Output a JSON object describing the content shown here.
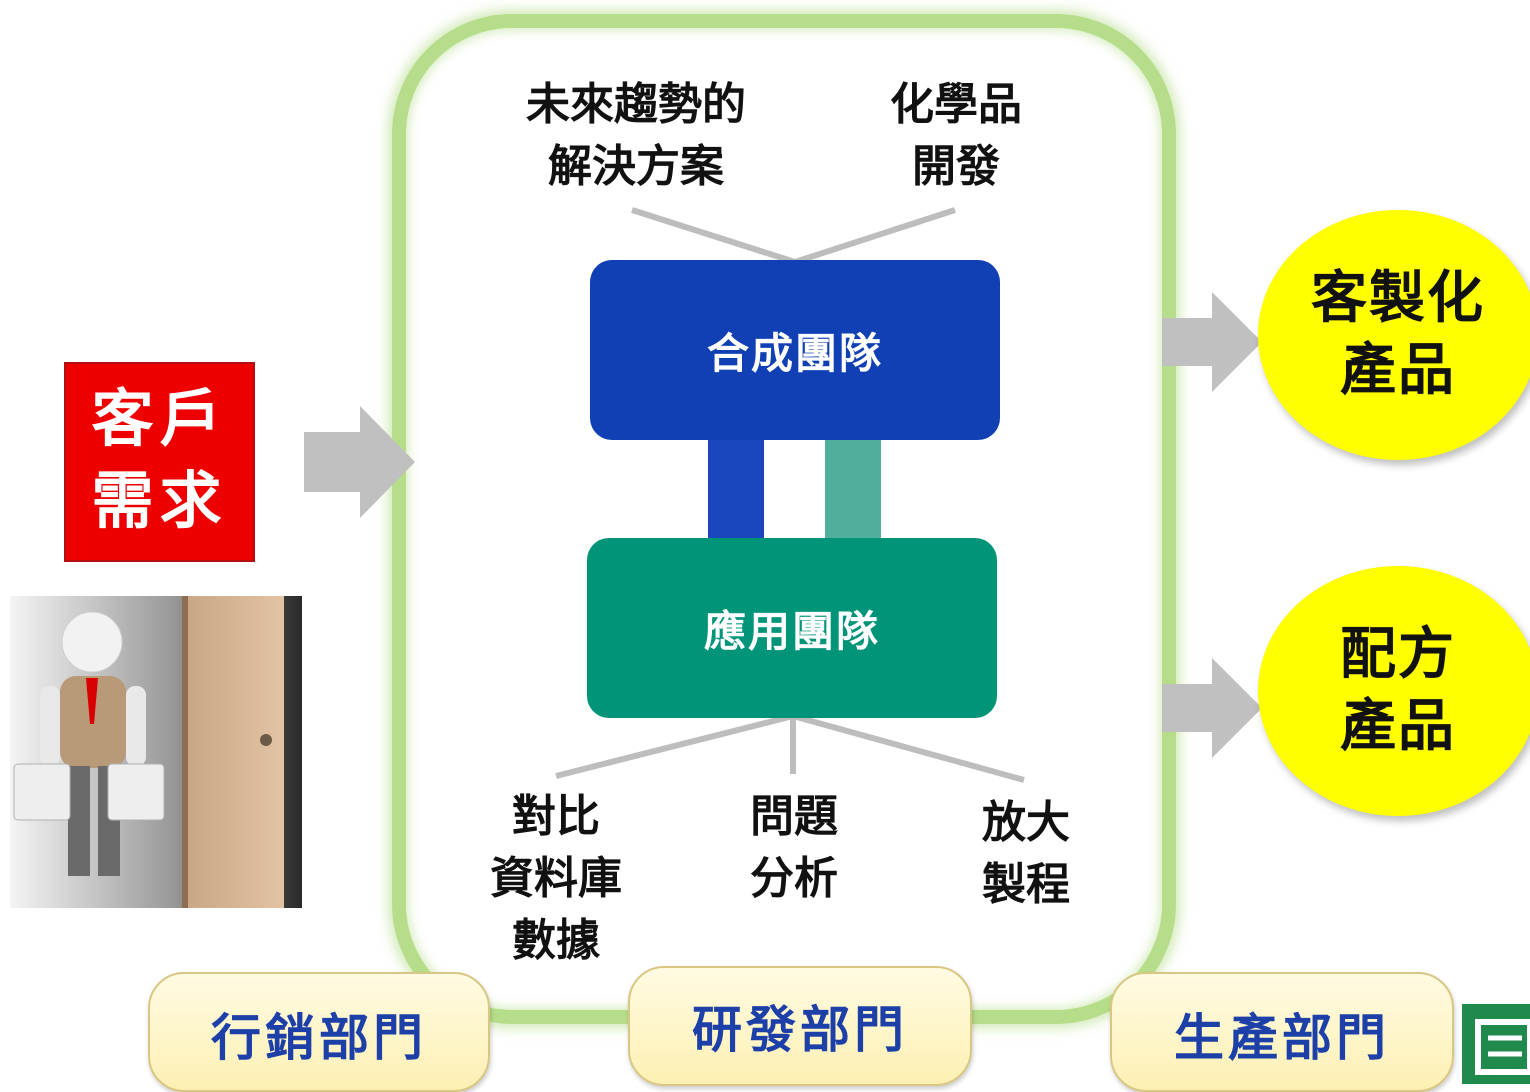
{
  "customer_request": "客戶\n需求",
  "rd_inputs": {
    "future_trends": "未來趨勢的\n解決方案",
    "chem_dev": "化學品\n開發"
  },
  "teams": {
    "synthesis": "合成團隊",
    "application": "應用團隊"
  },
  "rd_outputs": {
    "comparison_db": "對比\n資料庫\n數據",
    "problem_analysis": "問題\n分析",
    "scale_up": "放大\n製程"
  },
  "products": {
    "customized": "客製化\n產品",
    "formula": "配方\n產品"
  },
  "departments": {
    "marketing": "行銷部門",
    "rnd": "研發部門",
    "production": "生產部門"
  },
  "colors": {
    "synthesis_team": "#1140b4",
    "application_team": "#009478",
    "customer_box": "#ee0000",
    "product_circle": "#ffff00",
    "frame": "#b6dd8a",
    "dept_text": "#1d3fa8"
  }
}
